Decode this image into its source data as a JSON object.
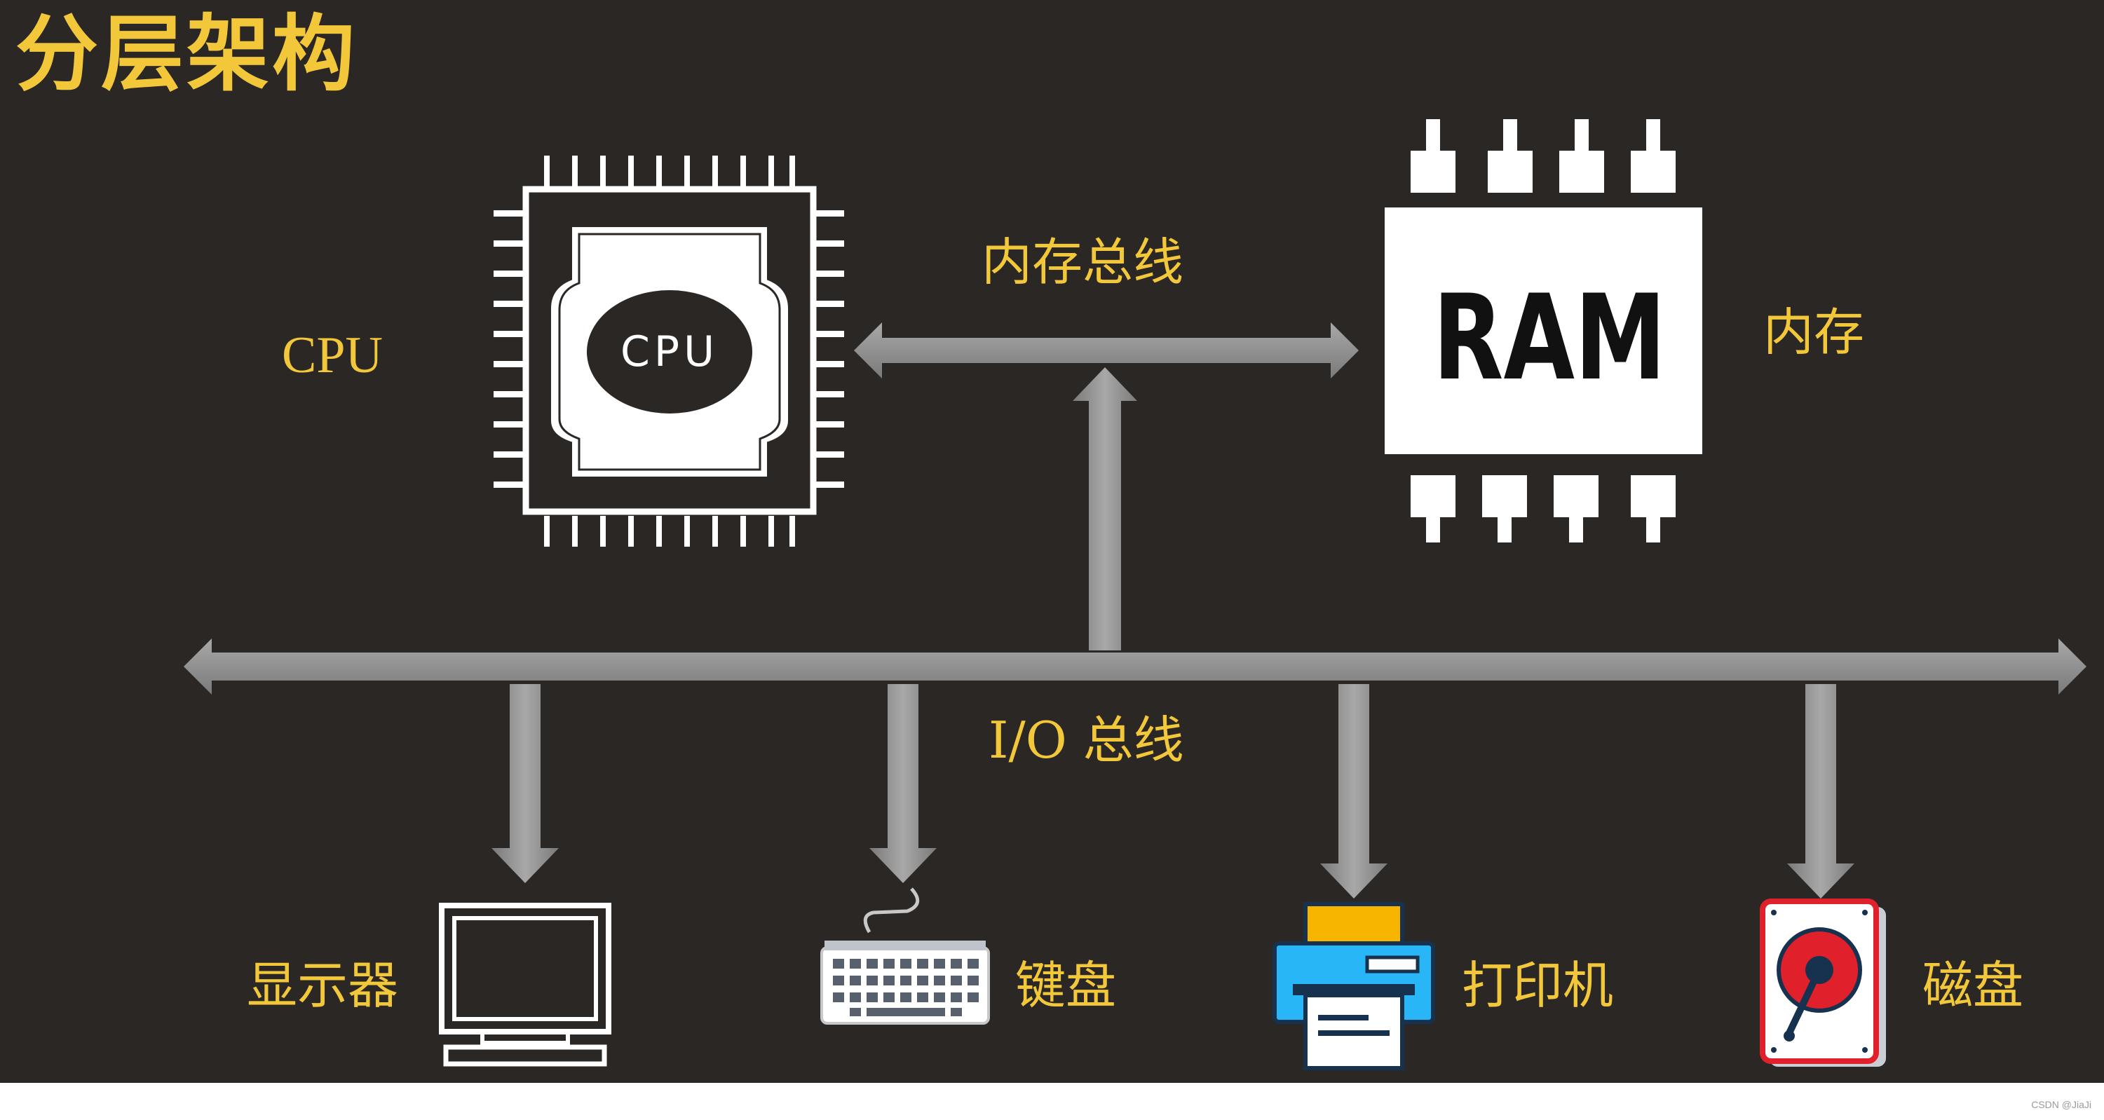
{
  "title": "分层架构",
  "labels": {
    "cpu": "CPU",
    "cpu_chip_text": "CPU",
    "memory_bus": "内存总线",
    "ram_chip_text": "RAM",
    "memory": "内存",
    "io_bus": "I/O 总线",
    "monitor": "显示器",
    "keyboard": "键盘",
    "printer": "打印机",
    "disk": "磁盘"
  },
  "watermark": "CSDN @JiaJi",
  "colors": {
    "background": "#2b2724",
    "label": "#f2c83a",
    "bus": "#8e8e8e",
    "chip": "#ffffff"
  },
  "icons": [
    "cpu-chip-icon",
    "ram-chip-icon",
    "monitor-icon",
    "keyboard-icon",
    "printer-icon",
    "hard-disk-icon"
  ]
}
